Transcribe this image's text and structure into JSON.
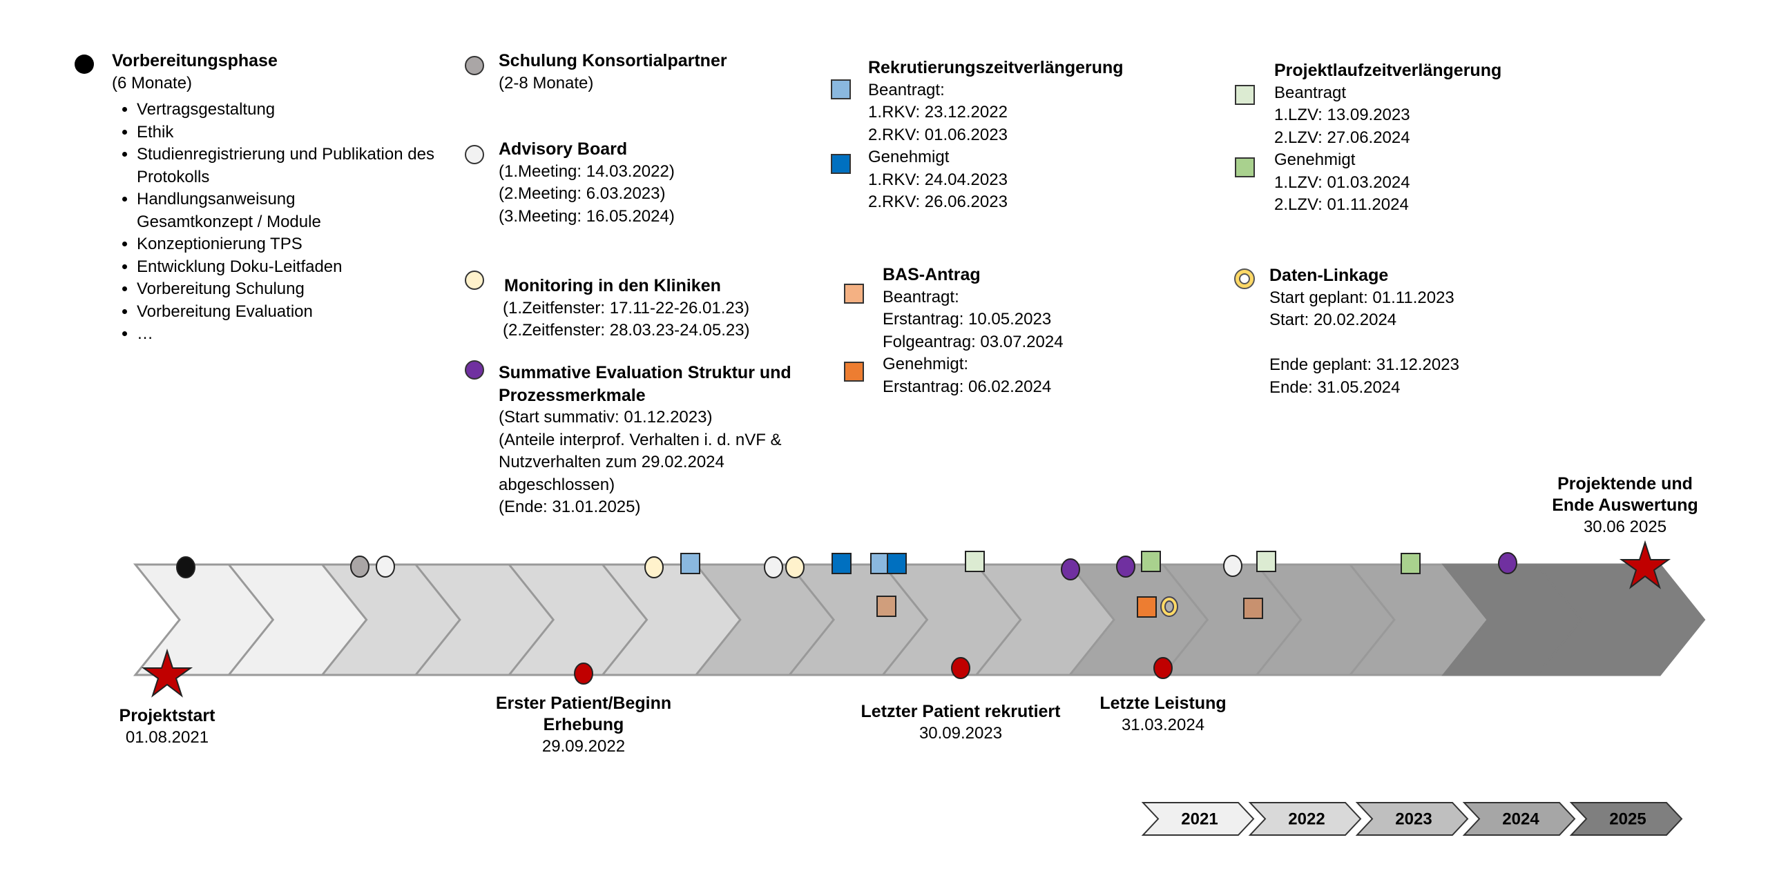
{
  "legend": {
    "vorbereitung": {
      "title": "Vorbereitungsphase",
      "subtitle": "(6 Monate)",
      "items": [
        "Vertragsgestaltung",
        "Ethik",
        "Studienregistrierung und Publikation des Protokolls",
        "Handlungsanweisung Gesamtkonzept / Module",
        "Konzeptionierung TPS",
        "Entwicklung Doku-Leitfaden",
        "Vorbereitung Schulung",
        "Vorbereitung Evaluation",
        "…"
      ]
    },
    "schulung": {
      "title": "Schulung Konsortialpartner",
      "lines": [
        "(2-8 Monate)"
      ]
    },
    "advisory": {
      "title": "Advisory Board",
      "lines": [
        "(1.Meeting: 14.03.2022)",
        "(2.Meeting: 6.03.2023)",
        "(3.Meeting: 16.05.2024)"
      ]
    },
    "monitoring": {
      "title": "Monitoring in den Kliniken",
      "lines": [
        "(1.Zeitfenster: 17.11-22-26.01.23)",
        "(2.Zeitfenster: 28.03.23-24.05.23)"
      ]
    },
    "summative": {
      "title": "Summative Evaluation Struktur und Prozessmerkmale",
      "lines": [
        "(Start summativ: 01.12.2023)",
        "(Anteile interprof. Verhalten i. d. nVF & Nutzverhalten zum 29.02.2024 abgeschlossen)",
        "(Ende: 31.01.2025)"
      ]
    },
    "rkv": {
      "title": "Rekrutierungszeitverlängerung",
      "beantragt": "Beantragt:",
      "beantragt_lines": [
        "1.RKV: 23.12.2022",
        "2.RKV: 01.06.2023"
      ],
      "genehmigt": "Genehmigt",
      "genehmigt_lines": [
        "1.RKV: 24.04.2023",
        "2.RKV: 26.06.2023"
      ]
    },
    "bas": {
      "title": "BAS-Antrag",
      "beantragt": "Beantragt:",
      "beantragt_lines": [
        "Erstantrag: 10.05.2023",
        "Folgeantrag: 03.07.2024"
      ],
      "genehmigt": "Genehmigt:",
      "genehmigt_lines": [
        "Erstantrag: 06.02.2024"
      ]
    },
    "lzv": {
      "title": "Projektlaufzeitverlängerung",
      "beantragt": "Beantragt",
      "beantragt_lines": [
        "1.LZV: 13.09.2023",
        "2.LZV: 27.06.2024"
      ],
      "genehmigt": "Genehmigt",
      "genehmigt_lines": [
        "1.LZV: 01.03.2024",
        "2.LZV: 01.11.2024"
      ]
    },
    "linkage": {
      "title": "Daten-Linkage",
      "lines": [
        "Start geplant: 01.11.2023",
        "Start: 20.02.2024",
        "",
        "Ende geplant: 31.12.2023",
        "Ende: 31.05.2024"
      ]
    }
  },
  "milestones": {
    "start": {
      "title": "Projektstart",
      "date": "01.08.2021"
    },
    "erster": {
      "title1": "Erster Patient/Beginn",
      "title2": "Erhebung",
      "date": "29.09.2022"
    },
    "letzter": {
      "title": "Letzter Patient rekrutiert",
      "date": "30.09.2023"
    },
    "leistung": {
      "title": "Letzte Leistung",
      "date": "31.03.2024"
    },
    "ende": {
      "title1": "Projektende und",
      "title2": "Ende Auswertung",
      "date": "30.06 2025"
    }
  },
  "years": [
    "2021",
    "2022",
    "2023",
    "2024",
    "2025"
  ],
  "colors": {
    "y2021": "#f0f0f0",
    "y2022": "#d9d9d9",
    "y2023": "#bfbfbf",
    "y2024": "#a6a6a6",
    "y2025": "#7f7f7f",
    "red": "#c00000",
    "purple": "#7030a0",
    "darkblue": "#0070c0",
    "lightblue": "#8ab8df",
    "tan": "#d09e7c",
    "orange": "#ed7d31",
    "lightgreen": "#dcebd2",
    "green": "#a9d18e",
    "cream": "#fff2cc",
    "white": "#f2f2f2",
    "grey": "#aaa6a6"
  }
}
